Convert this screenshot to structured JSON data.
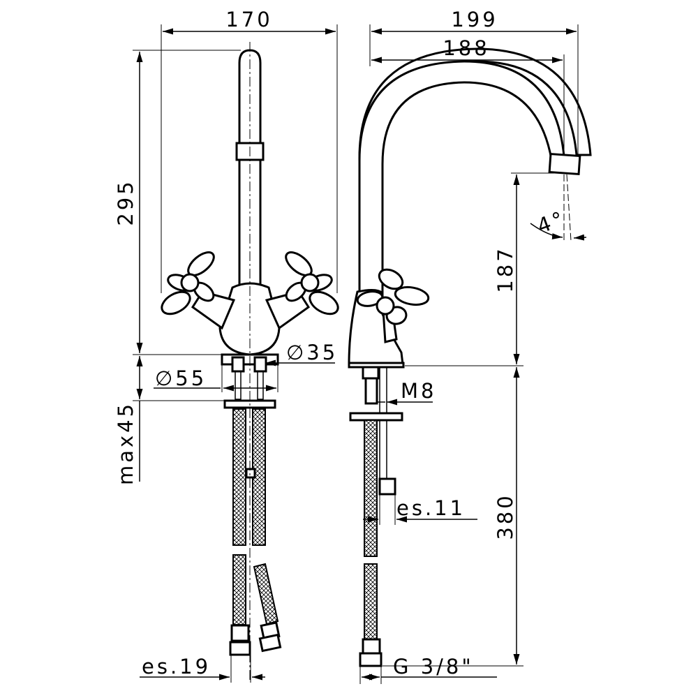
{
  "dimensions": {
    "front_width": "170",
    "front_height": "295",
    "dia_55": "∅55",
    "dia_35": "∅35",
    "max_thickness": "max45",
    "hose_wrench_front": "es.19",
    "side_reach_outer": "199",
    "side_reach_inner": "188",
    "spout_height": "187",
    "tilt_angle": "4°",
    "stud_thread": "M8",
    "nut_wrench": "es.11",
    "hose_length": "380",
    "hose_thread": "G 3/8\""
  }
}
